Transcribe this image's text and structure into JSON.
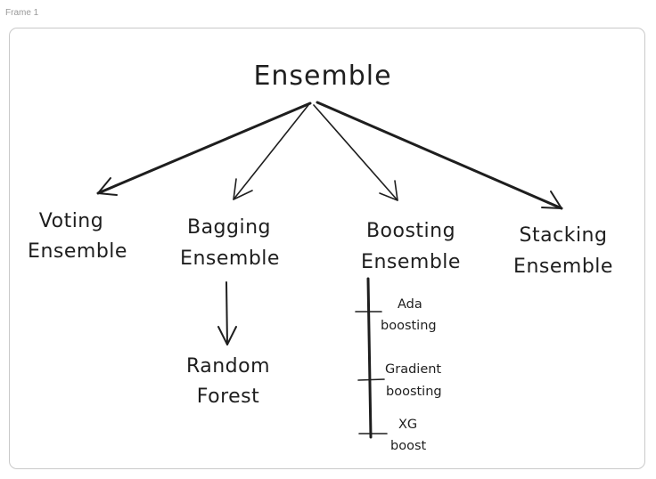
{
  "frame": {
    "label": "Frame 1"
  },
  "diagram": {
    "root": "Ensemble",
    "nodes": [
      {
        "id": "voting",
        "lines": [
          "Voting",
          "Ensemble"
        ]
      },
      {
        "id": "bagging",
        "lines": [
          "Bagging",
          "Ensemble"
        ]
      },
      {
        "id": "boosting",
        "lines": [
          "Boosting",
          "Ensemble"
        ]
      },
      {
        "id": "stacking",
        "lines": [
          "Stacking",
          "Ensemble"
        ]
      }
    ],
    "bagging_child": {
      "lines": [
        "Random",
        "Forest"
      ]
    },
    "boosting_children": [
      {
        "lines": [
          "Ada",
          "boosting"
        ]
      },
      {
        "lines": [
          "Gradient",
          "boosting"
        ]
      },
      {
        "lines": [
          "XG",
          "boost"
        ]
      }
    ]
  }
}
